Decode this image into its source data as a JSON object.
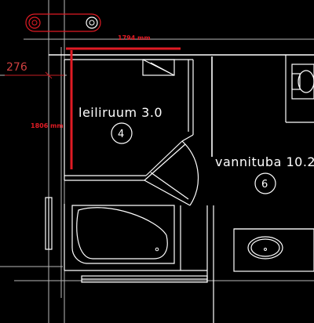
{
  "rooms": {
    "left": {
      "name": "leiliruum 3.0",
      "number": "4"
    },
    "right": {
      "name": "vannituba 10.2",
      "number": "6"
    }
  },
  "dimensions": {
    "top": "1794 mm",
    "left": "1806 mm",
    "offset": "276"
  },
  "colors": {
    "background": "#000000",
    "lines": "#ffffff",
    "dimension_red": "#e01b24"
  }
}
